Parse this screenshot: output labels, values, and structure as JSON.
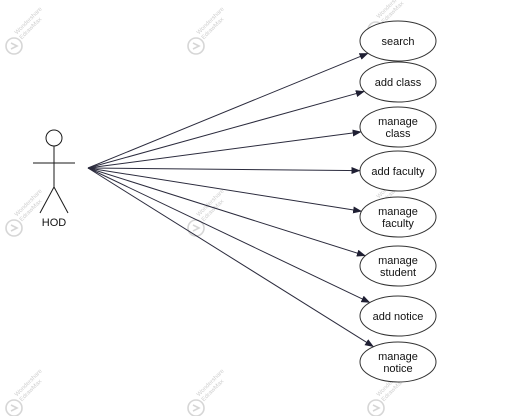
{
  "actor": {
    "label": "HOD"
  },
  "use_cases": [
    {
      "id": "search",
      "lines": [
        "search"
      ]
    },
    {
      "id": "add-class",
      "lines": [
        "add class"
      ]
    },
    {
      "id": "manage-class",
      "lines": [
        "manage",
        "class"
      ]
    },
    {
      "id": "add-faculty",
      "lines": [
        "add faculty"
      ]
    },
    {
      "id": "manage-faculty",
      "lines": [
        "manage",
        "faculty"
      ]
    },
    {
      "id": "manage-student",
      "lines": [
        "manage",
        "student"
      ]
    },
    {
      "id": "add-notice",
      "lines": [
        "add notice"
      ]
    },
    {
      "id": "manage-notice",
      "lines": [
        "manage",
        "notice"
      ]
    }
  ],
  "watermark": {
    "line1": "Wondershare",
    "line2": "EdrawMax"
  },
  "colors": {
    "line": "#2b2b3d",
    "outline": "#333333",
    "watermark": "#d6d6d6"
  }
}
